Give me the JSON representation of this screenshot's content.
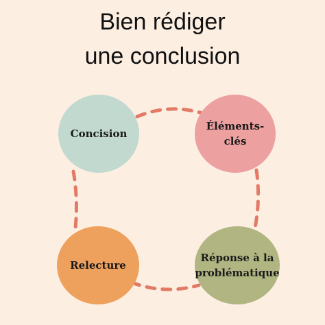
{
  "title": {
    "line1": "Bien rédiger",
    "line2": "une conclusion"
  },
  "nodes": [
    {
      "label": "Concision",
      "color": "#c2d9d0"
    },
    {
      "label": "Éléments-\nclés",
      "color": "#eda0a0"
    },
    {
      "label": "Relecture",
      "color": "#eea05d"
    },
    {
      "label": "Réponse à la\nproblématique",
      "color": "#b0b581"
    }
  ],
  "connector_color": "#e27a66"
}
